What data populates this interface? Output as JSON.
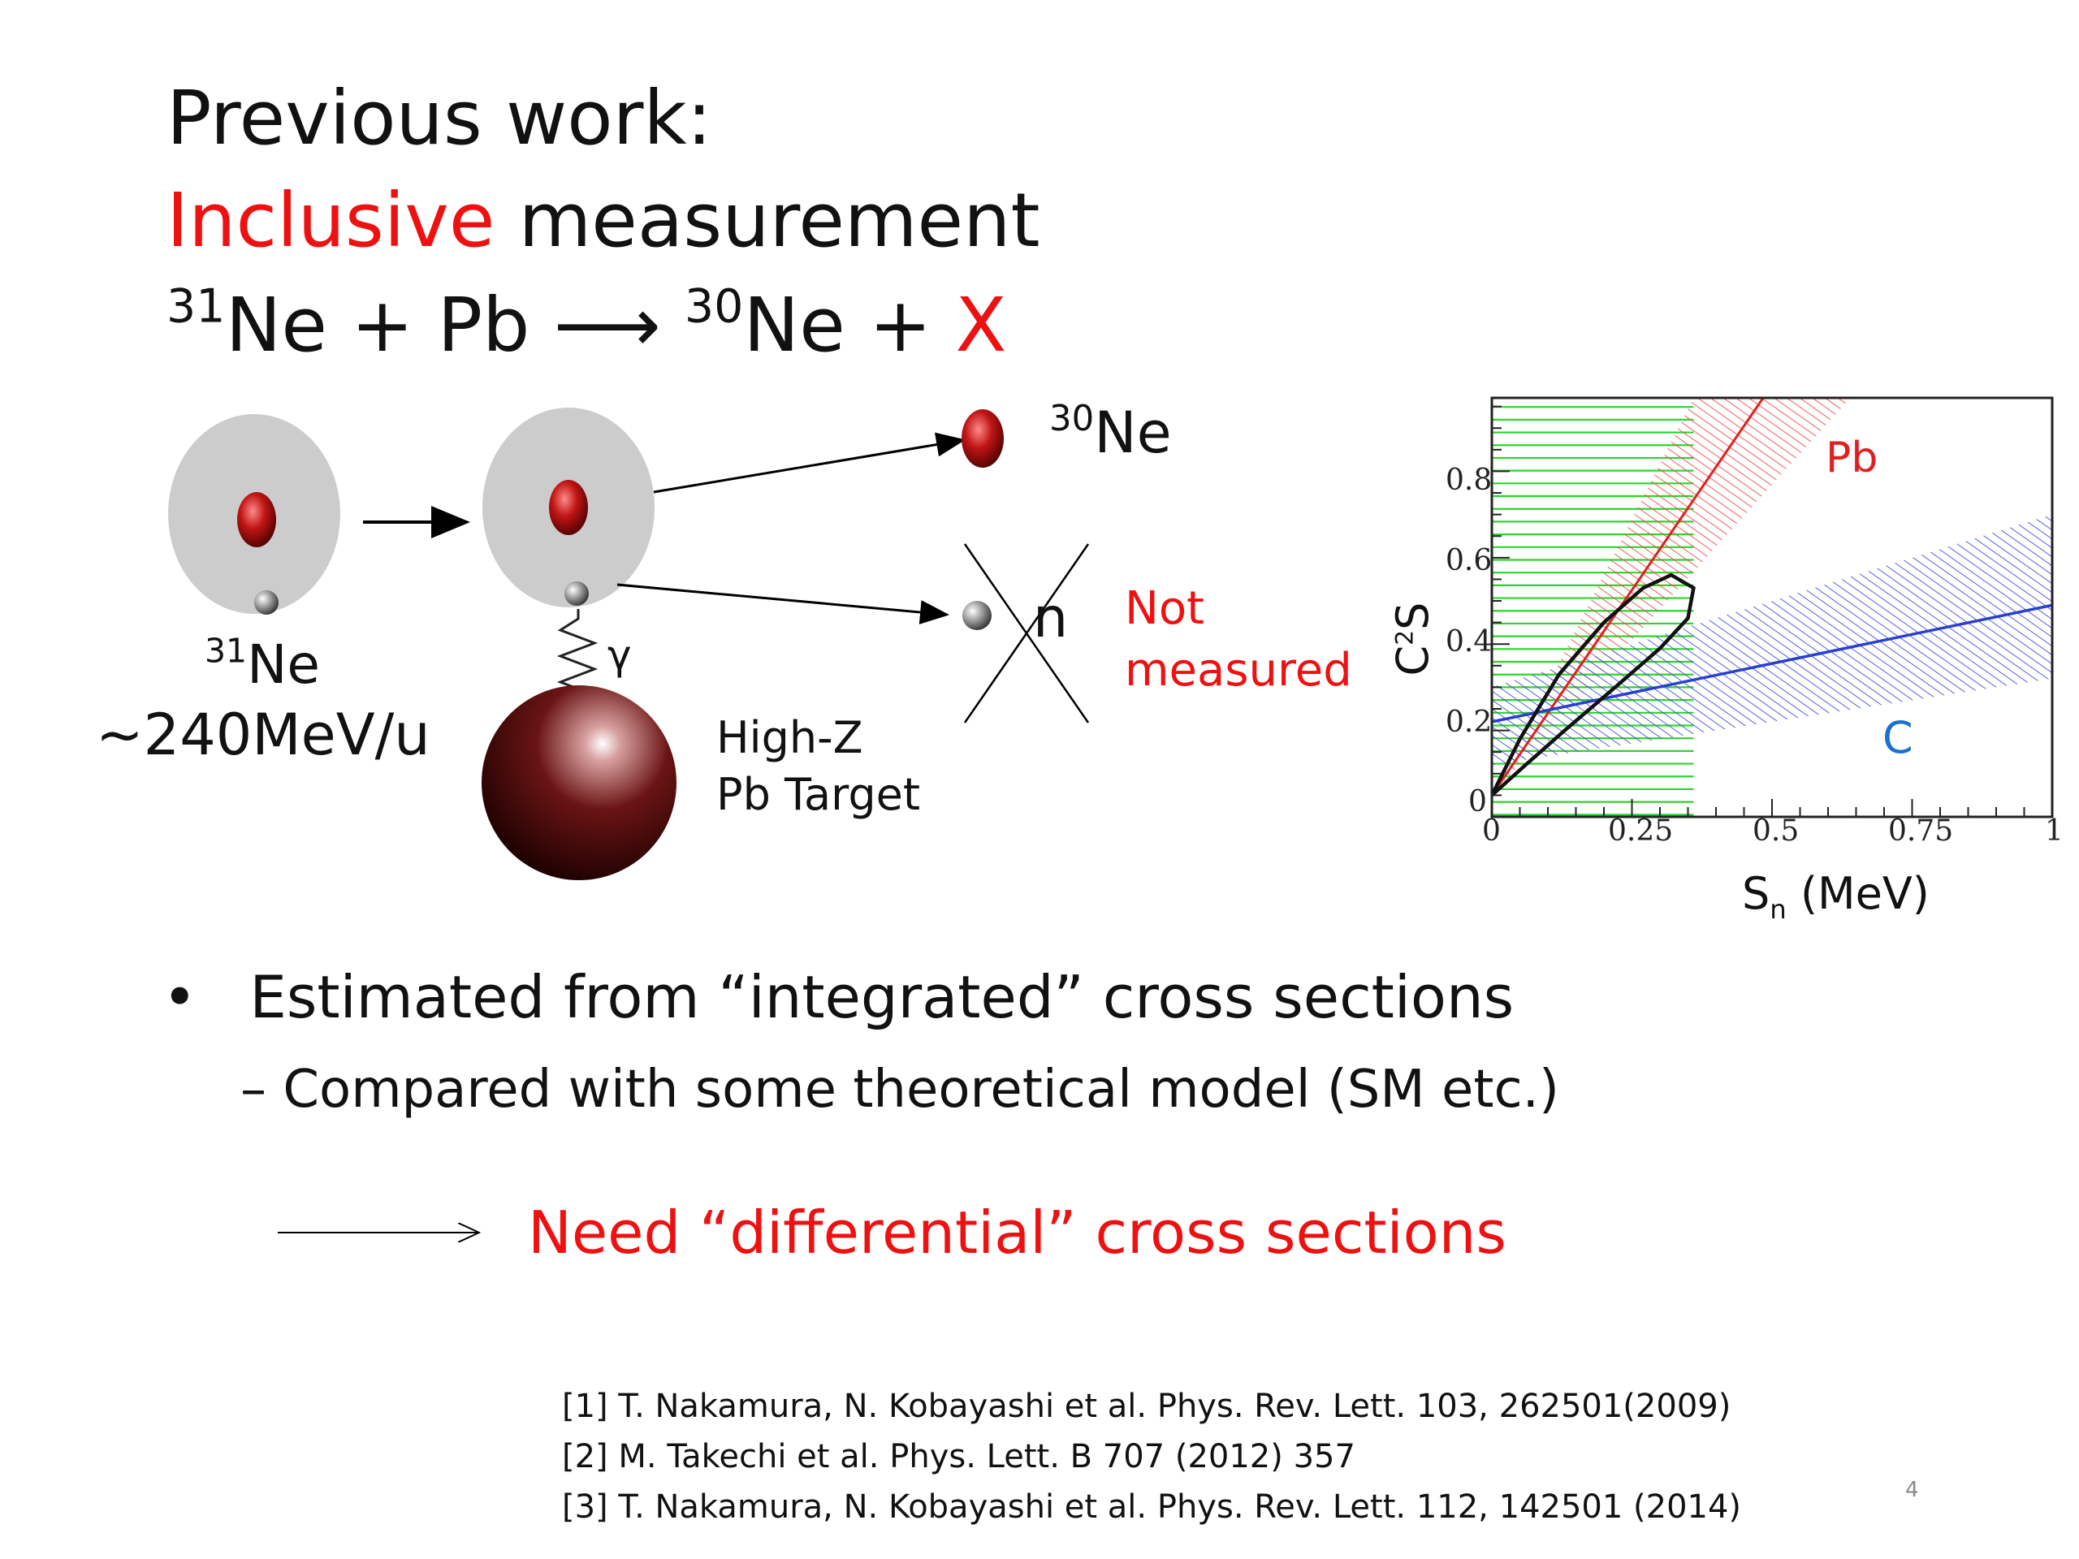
{
  "title": {
    "line1": "Previous work:",
    "line2_highlight": "Inclusive",
    "line2_rest": " measurement",
    "reaction": {
      "sup1": "31",
      "part1": "Ne + Pb ",
      "arrow": "⟶",
      "sup2": "30",
      "part2": "Ne + ",
      "x": "X"
    }
  },
  "diagram": {
    "projectile_sup": "31",
    "projectile_name": "Ne",
    "energy": "~240MeV/u",
    "fragment_sup": "30",
    "fragment_name": "Ne",
    "neutron": "n",
    "not_measured_line1": "Not",
    "not_measured_line2": "measured",
    "gamma": "γ",
    "target_line1": "High-Z",
    "target_line2": "Pb Target"
  },
  "chart_data": {
    "type": "line",
    "xlabel_main": "S",
    "xlabel_sub": "n",
    "xlabel_unit": " (MeV)",
    "ylabel_main": "C",
    "ylabel_sup": "2",
    "ylabel_tail": "S",
    "xlim": [
      0,
      1
    ],
    "ylim": [
      0,
      0.97
    ],
    "x_ticks": [
      "0",
      "0.25",
      "0.5",
      "0.75",
      "1"
    ],
    "y_ticks": [
      "0",
      "0.2",
      "0.4",
      "0.6",
      "0.8"
    ],
    "series": [
      {
        "name": "Pb",
        "color": "#e02020",
        "x": [
          0,
          0.5
        ],
        "y": [
          0.05,
          1.0
        ]
      },
      {
        "name": "C",
        "color": "#2a3fd0",
        "x": [
          0,
          1
        ],
        "y": [
          0.22,
          0.49
        ]
      }
    ],
    "bands": [
      {
        "series": "Pb",
        "color": "#e02020"
      },
      {
        "series": "C",
        "color": "#2a3fd0"
      }
    ],
    "green_region": {
      "x": [
        0,
        0.36
      ],
      "color": "#2bd42b"
    }
  },
  "bullets": {
    "main": "Estimated from “integrated” cross sections",
    "sub": "– Compared with some theoretical model (SM etc.)",
    "need": "Need “differential” cross sections"
  },
  "references": [
    "[1] T. Nakamura, N. Kobayashi et al. Phys. Rev. Lett. 103, 262501(2009)",
    "[2] M. Takechi et al. Phys. Lett. B 707 (2012) 357",
    "[3] T. Nakamura, N. Kobayashi et al. Phys. Rev. Lett. 112, 142501 (2014)"
  ],
  "page_number": "4"
}
